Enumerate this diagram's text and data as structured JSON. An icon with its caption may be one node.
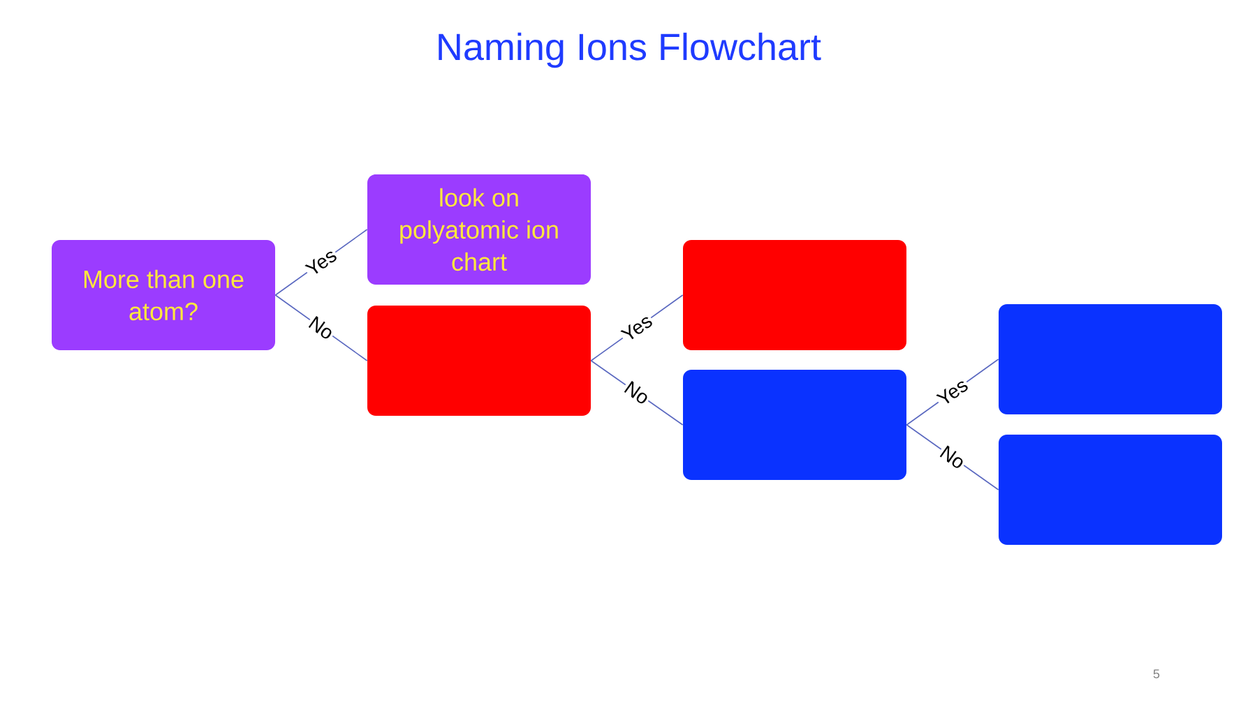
{
  "diagram": {
    "title": "Naming Ions Flowchart",
    "nodes": [
      {
        "text": [
          "More than one atom?"
        ]
      },
      {
        "text": [
          "look on polyatomic ion chart"
        ]
      },
      {
        "text": [],
        "shape": "box"
      },
      {
        "text": [],
        "shape": "box"
      },
      {
        "text": [],
        "shape": "box"
      },
      {
        "text": [],
        "shape": "box"
      },
      {
        "text": [],
        "shape": "box"
      }
    ],
    "edges": [
      {
        "from": 0,
        "to": 1,
        "arrow": "none",
        "label": "Yes"
      },
      {
        "from": 0,
        "to": 2,
        "arrow": "none",
        "label": "No"
      },
      {
        "from": 2,
        "to": 3,
        "arrow": "none",
        "label": "Yes"
      },
      {
        "from": 2,
        "to": 4,
        "arrow": "none",
        "label": "No"
      },
      {
        "from": 4,
        "to": 5,
        "arrow": "none",
        "label": "Yes"
      },
      {
        "from": 4,
        "to": 6,
        "arrow": "none",
        "label": "No"
      }
    ],
    "labels": [
      "5"
    ]
  }
}
